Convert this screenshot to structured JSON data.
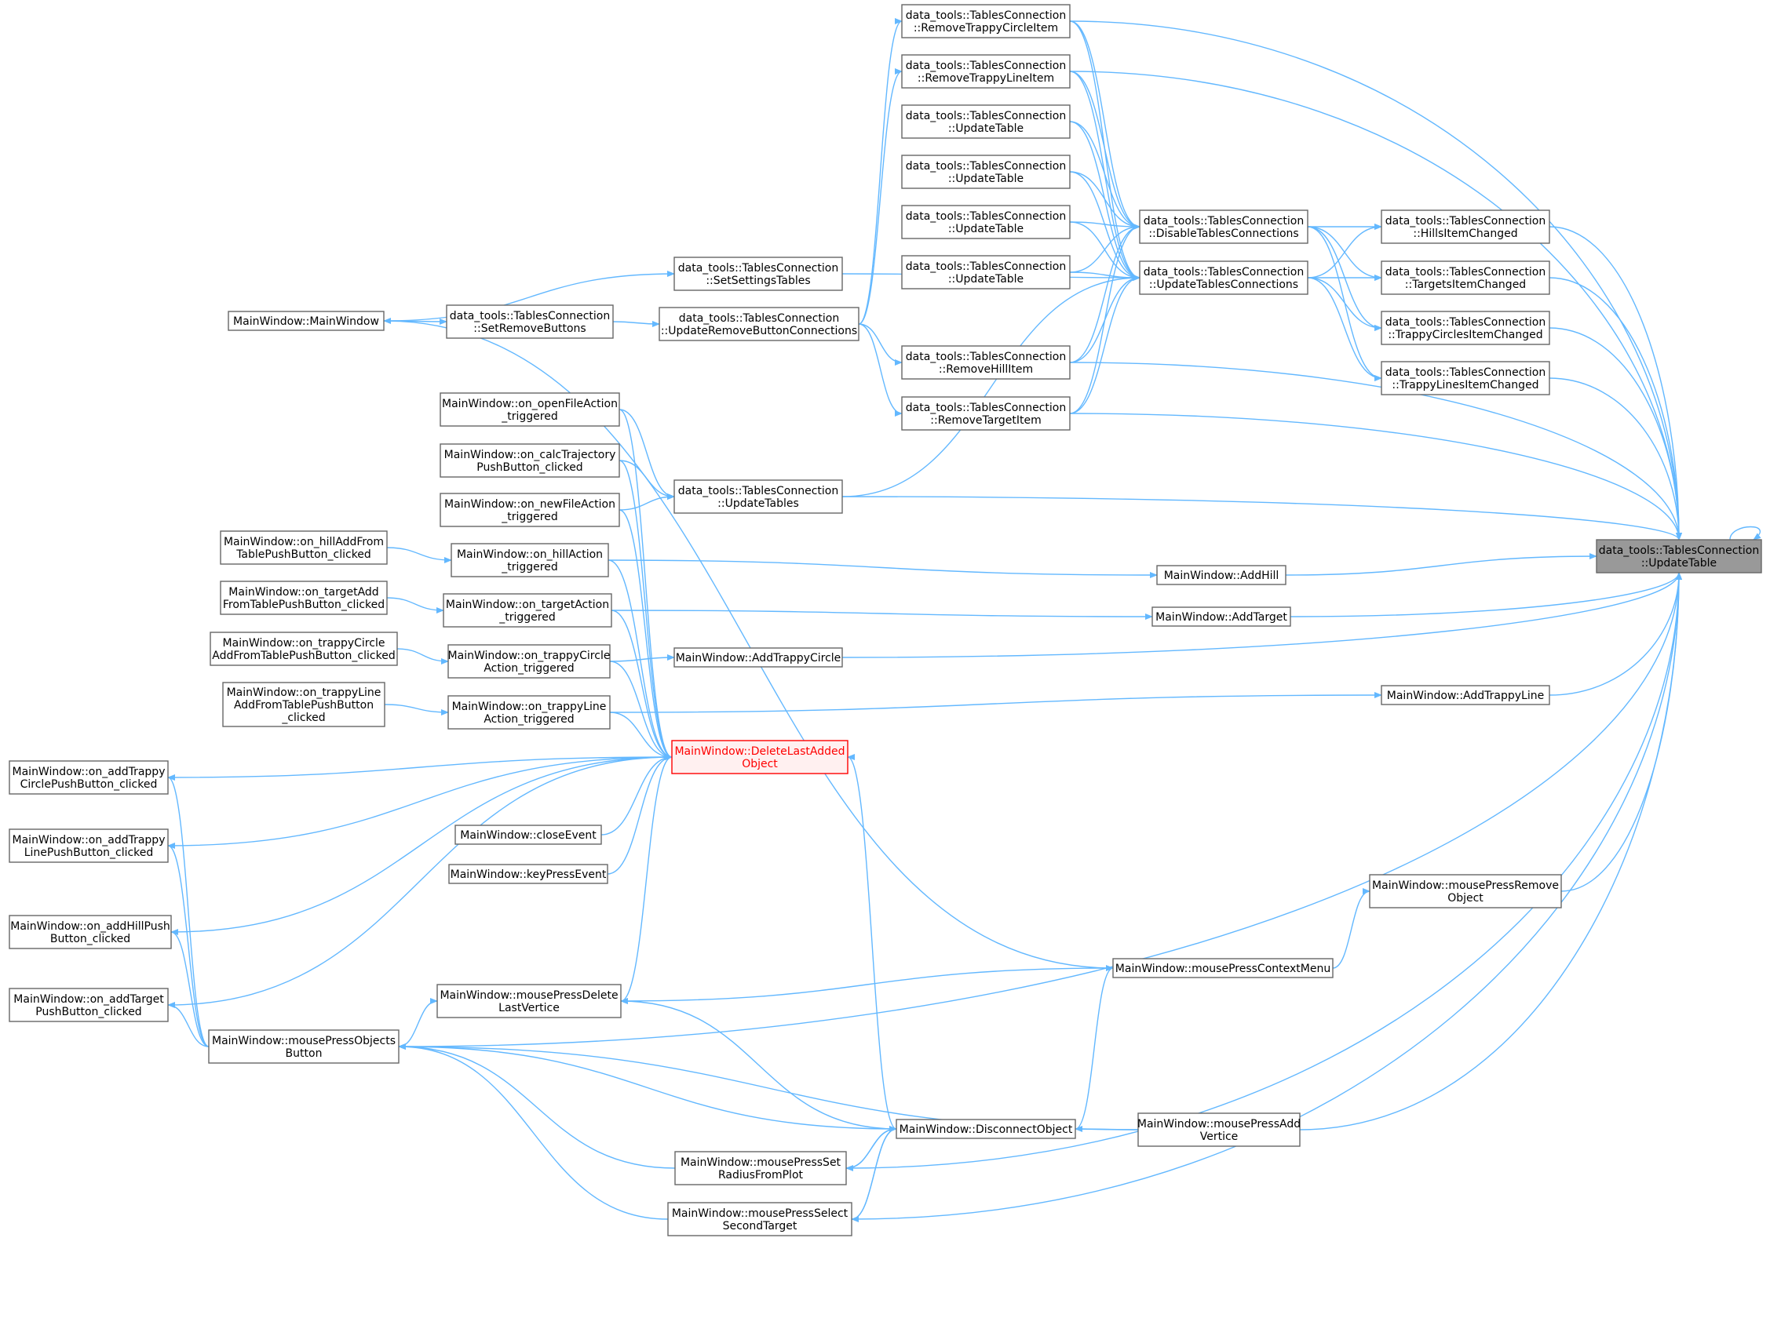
{
  "nodes": [
    {
      "id": "n_update_table_root",
      "lines": [
        "data_tools::TablesConnection",
        "::UpdateTable"
      ],
      "style": "root"
    },
    {
      "id": "n_remove_trappy_circle",
      "lines": [
        "data_tools::TablesConnection",
        "::RemoveTrappyCircleItem"
      ]
    },
    {
      "id": "n_remove_trappy_line",
      "lines": [
        "data_tools::TablesConnection",
        "::RemoveTrappyLineItem"
      ]
    },
    {
      "id": "n_update_table_a",
      "lines": [
        "data_tools::TablesConnection",
        "::UpdateTable"
      ]
    },
    {
      "id": "n_update_table_b",
      "lines": [
        "data_tools::TablesConnection",
        "::UpdateTable"
      ]
    },
    {
      "id": "n_update_table_c",
      "lines": [
        "data_tools::TablesConnection",
        "::UpdateTable"
      ]
    },
    {
      "id": "n_update_table_d",
      "lines": [
        "data_tools::TablesConnection",
        "::UpdateTable"
      ]
    },
    {
      "id": "n_disable_tables",
      "lines": [
        "data_tools::TablesConnection",
        "::DisableTablesConnections"
      ]
    },
    {
      "id": "n_update_tables_conn",
      "lines": [
        "data_tools::TablesConnection",
        "::UpdateTablesConnections"
      ]
    },
    {
      "id": "n_hills_changed",
      "lines": [
        "data_tools::TablesConnection",
        "::HillsItemChanged"
      ]
    },
    {
      "id": "n_targets_changed",
      "lines": [
        "data_tools::TablesConnection",
        "::TargetsItemChanged"
      ]
    },
    {
      "id": "n_trappy_circles_changed",
      "lines": [
        "data_tools::TablesConnection",
        "::TrappyCirclesItemChanged"
      ]
    },
    {
      "id": "n_trappy_lines_changed",
      "lines": [
        "data_tools::TablesConnection",
        "::TrappyLinesItemChanged"
      ]
    },
    {
      "id": "n_set_settings_tables",
      "lines": [
        "data_tools::TablesConnection",
        "::SetSettingsTables"
      ]
    },
    {
      "id": "n_mainwindow_ctor",
      "lines": [
        "MainWindow::MainWindow"
      ]
    },
    {
      "id": "n_set_remove_buttons",
      "lines": [
        "data_tools::TablesConnection",
        "::SetRemoveButtons"
      ]
    },
    {
      "id": "n_update_remove_btn_conn",
      "lines": [
        "data_tools::TablesConnection",
        "::UpdateRemoveButtonConnections"
      ]
    },
    {
      "id": "n_remove_hill",
      "lines": [
        "data_tools::TablesConnection",
        "::RemoveHillItem"
      ]
    },
    {
      "id": "n_remove_target",
      "lines": [
        "data_tools::TablesConnection",
        "::RemoveTargetItem"
      ]
    },
    {
      "id": "n_on_open_file",
      "lines": [
        "MainWindow::on_openFileAction",
        "_triggered"
      ]
    },
    {
      "id": "n_on_calc_traj",
      "lines": [
        "MainWindow::on_calcTrajectory",
        "PushButton_clicked"
      ]
    },
    {
      "id": "n_update_tables",
      "lines": [
        "data_tools::TablesConnection",
        "::UpdateTables"
      ]
    },
    {
      "id": "n_on_new_file",
      "lines": [
        "MainWindow::on_newFileAction",
        "_triggered"
      ]
    },
    {
      "id": "n_on_hill_add_table",
      "lines": [
        "MainWindow::on_hillAddFrom",
        "TablePushButton_clicked"
      ]
    },
    {
      "id": "n_on_hill_action",
      "lines": [
        "MainWindow::on_hillAction",
        "_triggered"
      ]
    },
    {
      "id": "n_add_hill",
      "lines": [
        "MainWindow::AddHill"
      ]
    },
    {
      "id": "n_on_target_add_table",
      "lines": [
        "MainWindow::on_targetAdd",
        "FromTablePushButton_clicked"
      ]
    },
    {
      "id": "n_on_target_action",
      "lines": [
        "MainWindow::on_targetAction",
        "_triggered"
      ]
    },
    {
      "id": "n_add_target",
      "lines": [
        "MainWindow::AddTarget"
      ]
    },
    {
      "id": "n_on_trappy_circle_add_table",
      "lines": [
        "MainWindow::on_trappyCircle",
        "AddFromTablePushButton_clicked"
      ]
    },
    {
      "id": "n_on_trappy_circle_action",
      "lines": [
        "MainWindow::on_trappyCircle",
        "Action_triggered"
      ]
    },
    {
      "id": "n_add_trappy_circle",
      "lines": [
        "MainWindow::AddTrappyCircle"
      ]
    },
    {
      "id": "n_on_trappy_line_add_table",
      "lines": [
        "MainWindow::on_trappyLine",
        "AddFromTablePushButton",
        "_clicked"
      ]
    },
    {
      "id": "n_on_trappy_line_action",
      "lines": [
        "MainWindow::on_trappyLine",
        "Action_triggered"
      ]
    },
    {
      "id": "n_add_trappy_line",
      "lines": [
        "MainWindow::AddTrappyLine"
      ]
    },
    {
      "id": "n_delete_last_added",
      "lines": [
        "MainWindow::DeleteLastAdded",
        "Object"
      ],
      "style": "focus"
    },
    {
      "id": "n_on_add_trappy_circle_btn",
      "lines": [
        "MainWindow::on_addTrappy",
        "CirclePushButton_clicked"
      ]
    },
    {
      "id": "n_on_add_trappy_line_btn",
      "lines": [
        "MainWindow::on_addTrappy",
        "LinePushButton_clicked"
      ]
    },
    {
      "id": "n_close_event",
      "lines": [
        "MainWindow::closeEvent"
      ]
    },
    {
      "id": "n_key_press_event",
      "lines": [
        "MainWindow::keyPressEvent"
      ]
    },
    {
      "id": "n_on_add_hill_btn",
      "lines": [
        "MainWindow::on_addHillPush",
        "Button_clicked"
      ]
    },
    {
      "id": "n_on_add_target_btn",
      "lines": [
        "MainWindow::on_addTarget",
        "PushButton_clicked"
      ]
    },
    {
      "id": "n_mouse_press_remove",
      "lines": [
        "MainWindow::mousePressRemove",
        "Object"
      ]
    },
    {
      "id": "n_mouse_press_context",
      "lines": [
        "MainWindow::mousePressContextMenu"
      ]
    },
    {
      "id": "n_mouse_press_delete_vertice",
      "lines": [
        "MainWindow::mousePressDelete",
        "LastVertice"
      ]
    },
    {
      "id": "n_mouse_press_objects",
      "lines": [
        "MainWindow::mousePressObjects",
        "Button"
      ]
    },
    {
      "id": "n_disconnect_object",
      "lines": [
        "MainWindow::DisconnectObject"
      ]
    },
    {
      "id": "n_mouse_press_add_vertice",
      "lines": [
        "MainWindow::mousePressAdd",
        "Vertice"
      ]
    },
    {
      "id": "n_mouse_press_set_radius",
      "lines": [
        "MainWindow::mousePressSet",
        "RadiusFromPlot"
      ]
    },
    {
      "id": "n_mouse_press_select_second",
      "lines": [
        "MainWindow::mousePressSelect",
        "SecondTarget"
      ]
    }
  ]
}
